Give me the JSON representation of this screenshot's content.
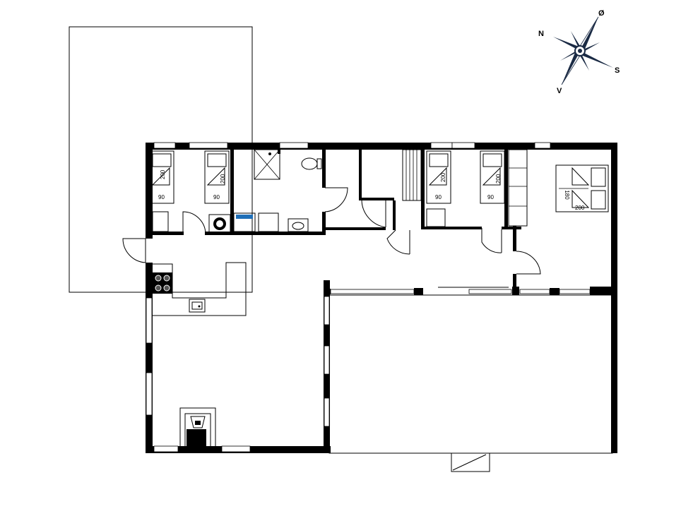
{
  "compass": {
    "north": "N",
    "east": "Ø",
    "south": "S",
    "west": "V"
  },
  "beds": {
    "bed1": {
      "length": "200",
      "width": "90"
    },
    "bed2": {
      "length": "200",
      "width": "90"
    },
    "bed3": {
      "length": "200",
      "width": "90"
    },
    "bed4": {
      "length": "200",
      "width": "90"
    },
    "double_bed": {
      "length": "200",
      "width": "180"
    }
  },
  "colors": {
    "wall": "#000000",
    "background": "#ffffff",
    "compass_accent": "#1a2a44"
  }
}
